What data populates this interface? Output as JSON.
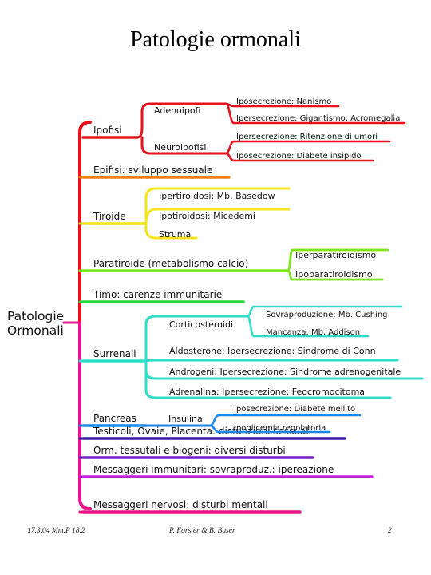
{
  "title": "Patologie ormonali",
  "footer": {
    "left": "17.3.04 Mm.P 18.2",
    "center": "P. Forster & B. Buser",
    "right": "2"
  },
  "root": {
    "label": [
      "Patologie",
      "Ormonali"
    ],
    "color": "#e8199a"
  },
  "branches": [
    {
      "label": "Ipofisi",
      "color": "#e8111c",
      "children": [
        {
          "label": "Adenoipofi",
          "children": [
            {
              "label": "Iposecrezione: Nanismo"
            },
            {
              "label": "Ipersecrezione: Gigantismo, Acromegalia"
            }
          ]
        },
        {
          "label": "Neuroipofisi",
          "children": [
            {
              "label": "Ipersecrezione: Ritenzione di umori"
            },
            {
              "label": "Iposecrezione: Diabete insipido"
            }
          ]
        }
      ]
    },
    {
      "label": "Epifisi: sviluppo sessuale",
      "color": "#f57f17"
    },
    {
      "label": "Tiroide",
      "color": "#f6e51a",
      "children": [
        {
          "label": "Ipertiroidosi: Mb. Basedow"
        },
        {
          "label": "Ipotiroidosi: Micedemi"
        },
        {
          "label": "Struma"
        }
      ]
    },
    {
      "label": "Paratiroide (metabolismo calcio)",
      "color": "#7ee51a",
      "children": [
        {
          "label": "Iperparatiroidismo"
        },
        {
          "label": "Ipoparatiroidismo"
        }
      ]
    },
    {
      "label": "Timo: carenze immunitarie",
      "color": "#26d93a"
    },
    {
      "label": "Surrenali",
      "color": "#2edcc8",
      "children": [
        {
          "label": "Corticosteroidi",
          "children": [
            {
              "label": "Sovraproduzione: Mb. Cushing"
            },
            {
              "label": "Mancanza: Mb. Addison"
            }
          ]
        },
        {
          "label": "Aldosterone: Ipersecrezione: Sindrome di Conn"
        },
        {
          "label": "Androgeni: Ipersecrezione: Sindrome adrenogenitale"
        },
        {
          "label": "Adrenalina: Ipersecrezione: Feocromocitoma"
        }
      ]
    },
    {
      "label": "Pancreas",
      "color": "#1e88e8",
      "children": [
        {
          "label": "Insulina",
          "children": [
            {
              "label": "Iposecrezione: Diabete mellito"
            },
            {
              "label": "Ipoglicemia regolatoria"
            }
          ]
        }
      ]
    },
    {
      "label": "Testicoli, Ovaie, Placenta: disfunzioni sessuali",
      "color": "#3b1ea8"
    },
    {
      "label": "Orm. tessutali e biogeni: diversi disturbi",
      "color": "#7a1ec8"
    },
    {
      "label": "Messaggeri immunitari: sovraproduz.: ipereazione",
      "color": "#c81ee0"
    },
    {
      "label": "Messaggeri nervosi: disturbi mentali",
      "color": "#e8148c"
    }
  ]
}
